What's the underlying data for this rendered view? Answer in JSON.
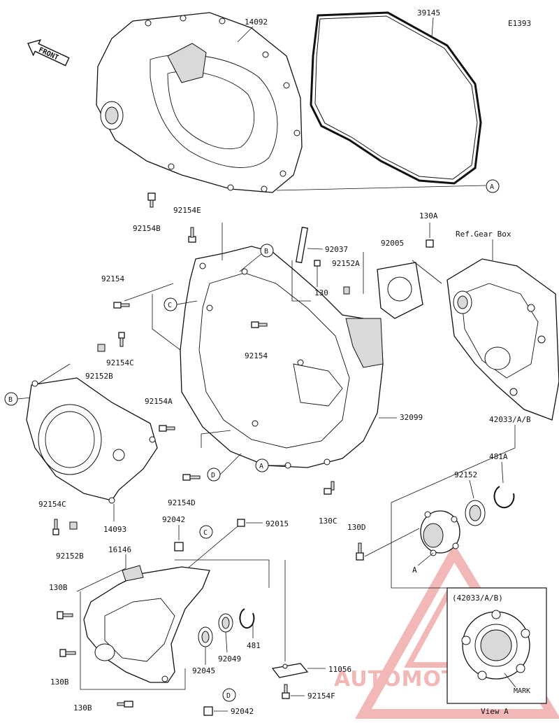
{
  "diagram_code": "E1393",
  "front_label": "FRONT",
  "ref_label": "Ref.Gear Box",
  "view_label": "View A",
  "view_box_title": "(42033/A/B)",
  "mark_label": "MARK",
  "watermark": {
    "text": "AUTOMOTOHUB",
    "color": "#f2b8b8",
    "accent": "#f4c98a"
  },
  "callouts": {
    "a1": "A",
    "a2": "A",
    "a3": "A",
    "b1": "B",
    "b2": "B",
    "c1": "C",
    "c2": "C",
    "d1": "D",
    "d2": "D"
  },
  "parts": {
    "p14092": "14092",
    "p39145": "39145",
    "p92154B": "92154B",
    "p92154E": "92154E",
    "p92037": "92037",
    "p92005": "92005",
    "p130A": "130A",
    "p92152A": "92152A",
    "p130": "130",
    "p92154a": "92154",
    "p92154b": "92154",
    "p92154C_top": "92154C",
    "p92152B_top": "92152B",
    "p92154A": "92154A",
    "p32099": "32099",
    "p42033": "42033/A/B",
    "p481A": "481A",
    "p92152": "92152",
    "p130C": "130C",
    "p130D": "130D",
    "p92154D": "92154D",
    "p14093": "14093",
    "p92154C_bot": "92154C",
    "p92152B_bot": "92152B",
    "p92042_top": "92042",
    "p92015": "92015",
    "p16146": "16146",
    "p130B_1": "130B",
    "p130B_2": "130B",
    "p130B_3": "130B",
    "p481": "481",
    "p92049": "92049",
    "p92045": "92045",
    "p11056": "11056",
    "p92154F": "92154F",
    "p92042_bot": "92042"
  }
}
